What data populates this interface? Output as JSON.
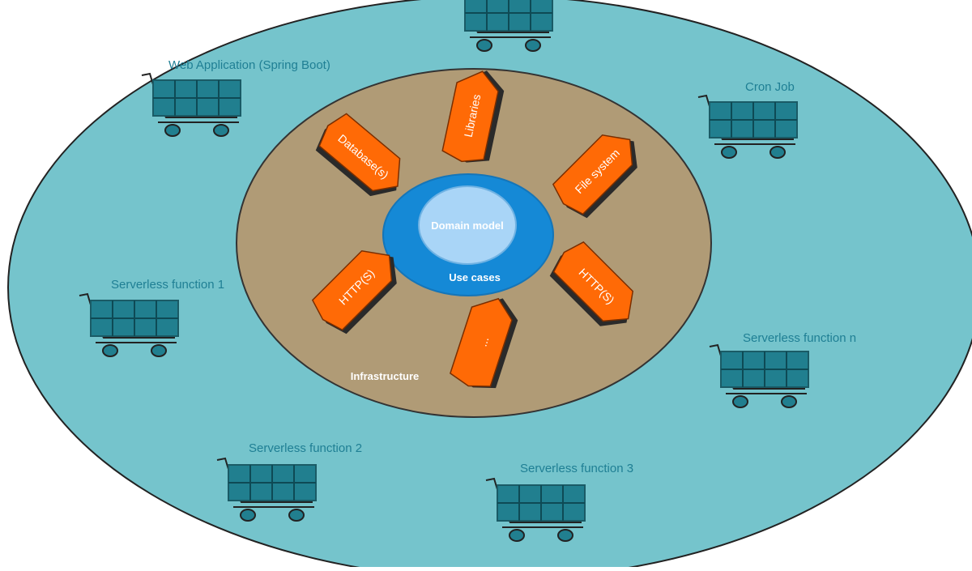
{
  "colors": {
    "outer_ring": "#75c4cc",
    "infrastructure": "#b09b76",
    "use_cases": "#1589d6",
    "domain_model": "#a9d5f7",
    "adapter": "#ff6a06",
    "cart": "#217f8f",
    "outline": "#222222"
  },
  "icons": {
    "cart": "shopping-cart-icon",
    "adapter": "hexagon-plug-icon"
  },
  "core": {
    "domain_model": "Domain model",
    "use_cases": "Use cases",
    "infrastructure": "Infrastructure"
  },
  "adapters": [
    {
      "label": "Libraries"
    },
    {
      "label": "Database(s)"
    },
    {
      "label": "File system"
    },
    {
      "label": "HTTP(S)"
    },
    {
      "label": "HTTP(S)"
    },
    {
      "label": "..."
    }
  ],
  "consumers": [
    {
      "label": "Web Application (Spring Boot)"
    },
    {
      "label": "Cron Job"
    },
    {
      "label": "Serverless function 1"
    },
    {
      "label": "Serverless function n"
    },
    {
      "label": "Serverless function 2"
    },
    {
      "label": "Serverless function 3"
    },
    {
      "label": ""
    }
  ]
}
